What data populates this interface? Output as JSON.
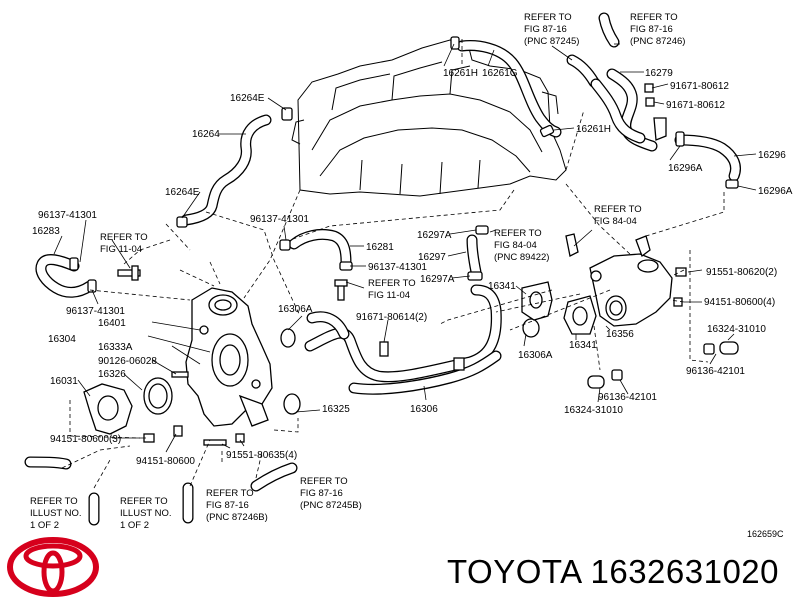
{
  "brand": {
    "name": "TOYOTA",
    "part_number": "1632631020",
    "logo_color": "#d6001c"
  },
  "figure_code": "162659C",
  "labels": {
    "p16261H_a": "16261H",
    "p16261G": "16261G",
    "p16261H_b": "16261H",
    "p16279": "16279",
    "s91671_80612_a": "91671-80612",
    "s91671_80612_b": "91671-80612",
    "p16296": "16296",
    "p16296A_a": "16296A",
    "p16296A_b": "16296A",
    "p16264E_a": "16264E",
    "p16264": "16264",
    "p16264E_b": "16264E",
    "s96137_41301_a": "96137-41301",
    "s96137_41301_b": "96137-41301",
    "s96137_41301_c": "96137-41301",
    "s96137_41301_d": "96137-41301",
    "p16283": "16283",
    "p16281": "16281",
    "p16297A_a": "16297A",
    "p16297": "16297",
    "p16297A_b": "16297A",
    "p16341_a": "16341",
    "p16341_b": "16341",
    "p16356": "16356",
    "s91551_80620": "91551-80620(2)",
    "s94151_80600_4": "94151-80600(4)",
    "s16324_31010_a": "16324-31010",
    "s96136_42101_a": "96136-42101",
    "s96136_42101_b": "96136-42101",
    "s16324_31010_b": "16324-31010",
    "p16401": "16401",
    "p16304": "16304",
    "p16333A": "16333A",
    "s90126_06028": "90126-06028",
    "p16031": "16031",
    "p16326": "16326",
    "p16306A_a": "16306A",
    "p16306A_b": "16306A",
    "s91671_80614": "91671-80614(2)",
    "p16306": "16306",
    "p16325": "16325",
    "s94151_80600_3": "94151-80600(3)",
    "s94151_80600": "94151-80600",
    "s91551_80635": "91551-80635(4)"
  },
  "references": {
    "fig_87_16_245_top": [
      "REFER TO",
      "FIG 87-16",
      "(PNC 87245)"
    ],
    "fig_87_16_246_top": [
      "REFER TO",
      "FIG 87-16",
      "(PNC 87246)"
    ],
    "fig_84_04_a": [
      "REFER TO",
      "FIG 84-04",
      "(PNC 89422)"
    ],
    "fig_84_04_b": [
      "REFER TO",
      "FIG 84-04"
    ],
    "fig_11_04_a": [
      "REFER TO",
      "FIG 11-04"
    ],
    "fig_11_04_b": [
      "REFER TO",
      "FIG 11-04"
    ],
    "illust_1": [
      "REFER TO",
      "ILLUST NO.",
      "1 OF 2"
    ],
    "illust_2": [
      "REFER TO",
      "ILLUST NO.",
      "1 OF 2"
    ],
    "fig_87_16_246b": [
      "REFER TO",
      "FIG 87-16",
      "(PNC 87246B)"
    ],
    "fig_87_16_245b": [
      "REFER TO",
      "FIG 87-16",
      "(PNC 87245B)"
    ]
  }
}
